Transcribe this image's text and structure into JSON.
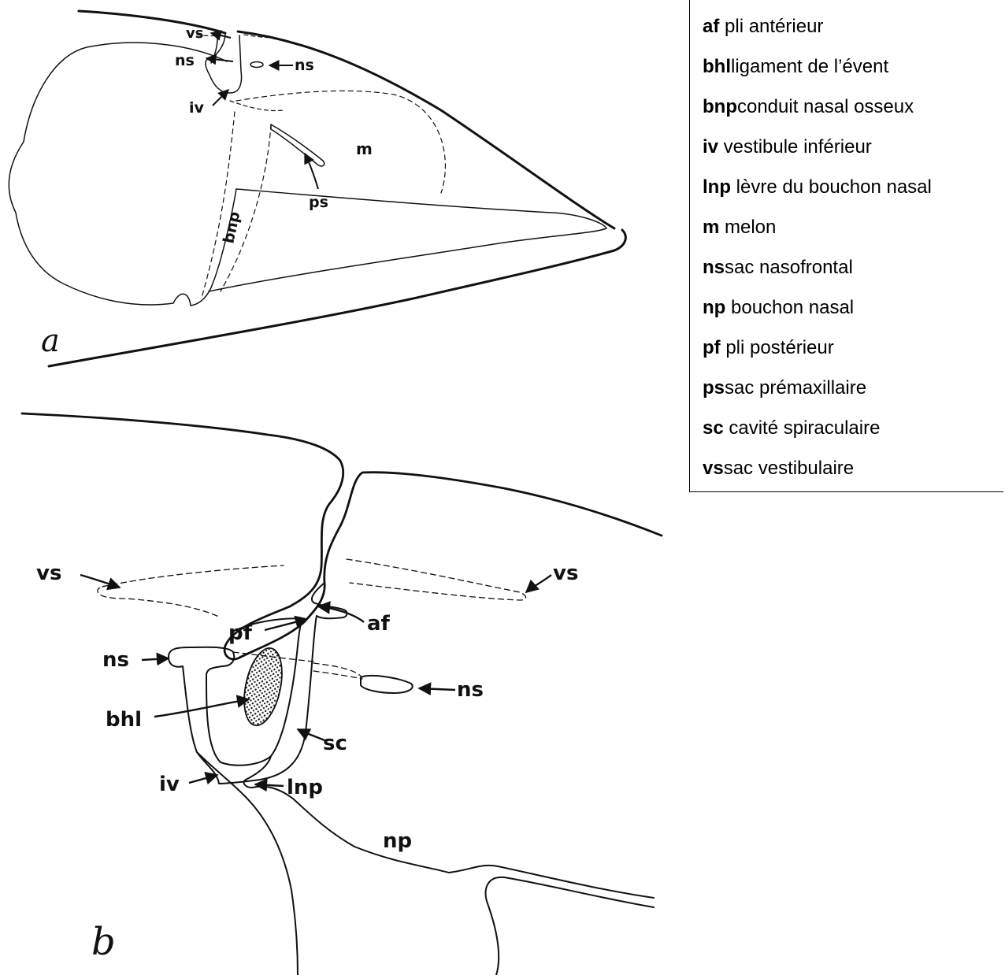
{
  "figure": {
    "panel_a": {
      "letter": "a",
      "labels": {
        "vs": "vs",
        "ns_left": "ns",
        "ns_right": "ns",
        "iv": "iv",
        "m": "m",
        "ps": "ps",
        "bnp": "bnp"
      }
    },
    "panel_b": {
      "letter": "b",
      "labels": {
        "vs_left": "vs",
        "vs_right": "vs",
        "af": "af",
        "pf": "pf",
        "ns_left": "ns",
        "ns_right": "ns",
        "bhl": "bhl",
        "sc": "sc",
        "iv": "iv",
        "lnp": "lnp",
        "np": "np"
      }
    }
  },
  "legend": [
    {
      "abbr": "af",
      "text": " pli antérieur"
    },
    {
      "abbr": "bhl",
      "text": "ligament de l’évent"
    },
    {
      "abbr": "bnp",
      "text": "conduit nasal osseux"
    },
    {
      "abbr": "iv",
      "text": " vestibule inférieur"
    },
    {
      "abbr": "lnp",
      "text": " lèvre du bouchon nasal"
    },
    {
      "abbr": "m",
      "text": " melon"
    },
    {
      "abbr": "ns",
      "text": "sac nasofrontal"
    },
    {
      "abbr": "np",
      "text": " bouchon nasal"
    },
    {
      "abbr": "pf",
      "text": " pli postérieur"
    },
    {
      "abbr": "ps",
      "text": "sac prémaxillaire"
    },
    {
      "abbr": "sc",
      "text": " cavité spiraculaire"
    },
    {
      "abbr": "vs",
      "text": "sac vestibulaire"
    }
  ]
}
